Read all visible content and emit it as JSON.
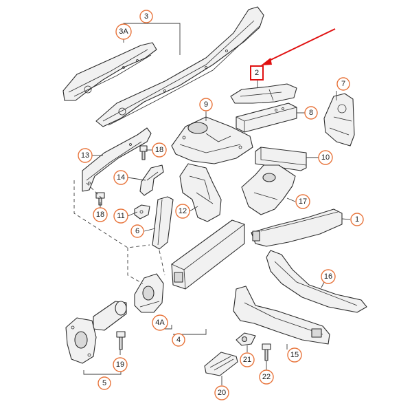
{
  "diagram": {
    "highlight_color": "#e01010",
    "callout_color": "#e8743b",
    "highlighted_part": "2",
    "callouts": {
      "c3": "3",
      "c3a": "3A",
      "c2": "2",
      "c7": "7",
      "c9": "9",
      "c8": "8",
      "c13": "13",
      "c18a": "18",
      "c10": "10",
      "c14": "14",
      "c17": "17",
      "c12": "12",
      "c18b": "18",
      "c11": "11",
      "c6": "6",
      "c1": "1",
      "c16": "16",
      "c4a": "4A",
      "c4": "4",
      "c19": "19",
      "c5": "5",
      "c21": "21",
      "c15": "15",
      "c22": "22",
      "c20": "20"
    }
  }
}
